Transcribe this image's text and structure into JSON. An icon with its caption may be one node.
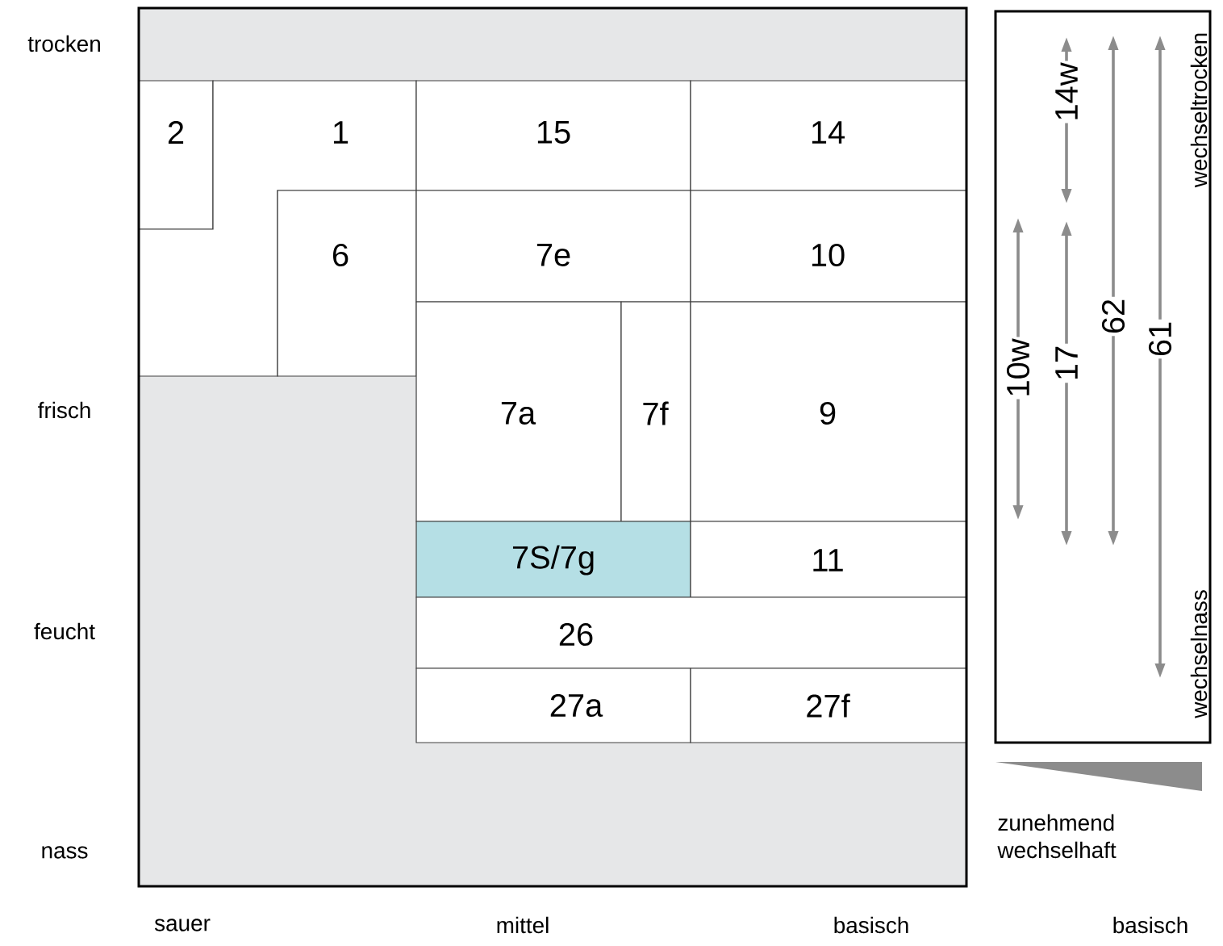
{
  "diagram": {
    "nodes": [
      {
        "text": [
          "2"
        ]
      },
      {
        "text": [
          "1"
        ]
      },
      {
        "text": [
          "15"
        ]
      },
      {
        "text": [
          "14"
        ]
      },
      {
        "text": [
          "6"
        ]
      },
      {
        "text": [
          "7e"
        ]
      },
      {
        "text": [
          "10"
        ]
      },
      {
        "text": [
          "7a"
        ]
      },
      {
        "text": [
          "7f"
        ]
      },
      {
        "text": [
          "9"
        ]
      },
      {
        "text": [
          "7S/7g"
        ]
      },
      {
        "text": [
          "11"
        ]
      },
      {
        "text": [
          "26"
        ]
      },
      {
        "text": [
          "27a"
        ]
      },
      {
        "text": [
          "27f"
        ]
      }
    ],
    "labels": [
      "trocken",
      "frisch",
      "feucht",
      "nass",
      "sauer",
      "mittel",
      "basisch",
      "basisch",
      "wechseltrocken",
      "wechselnass",
      "14w",
      "10w",
      "17",
      "62",
      "61",
      "zunehmend wechselhaft"
    ]
  }
}
